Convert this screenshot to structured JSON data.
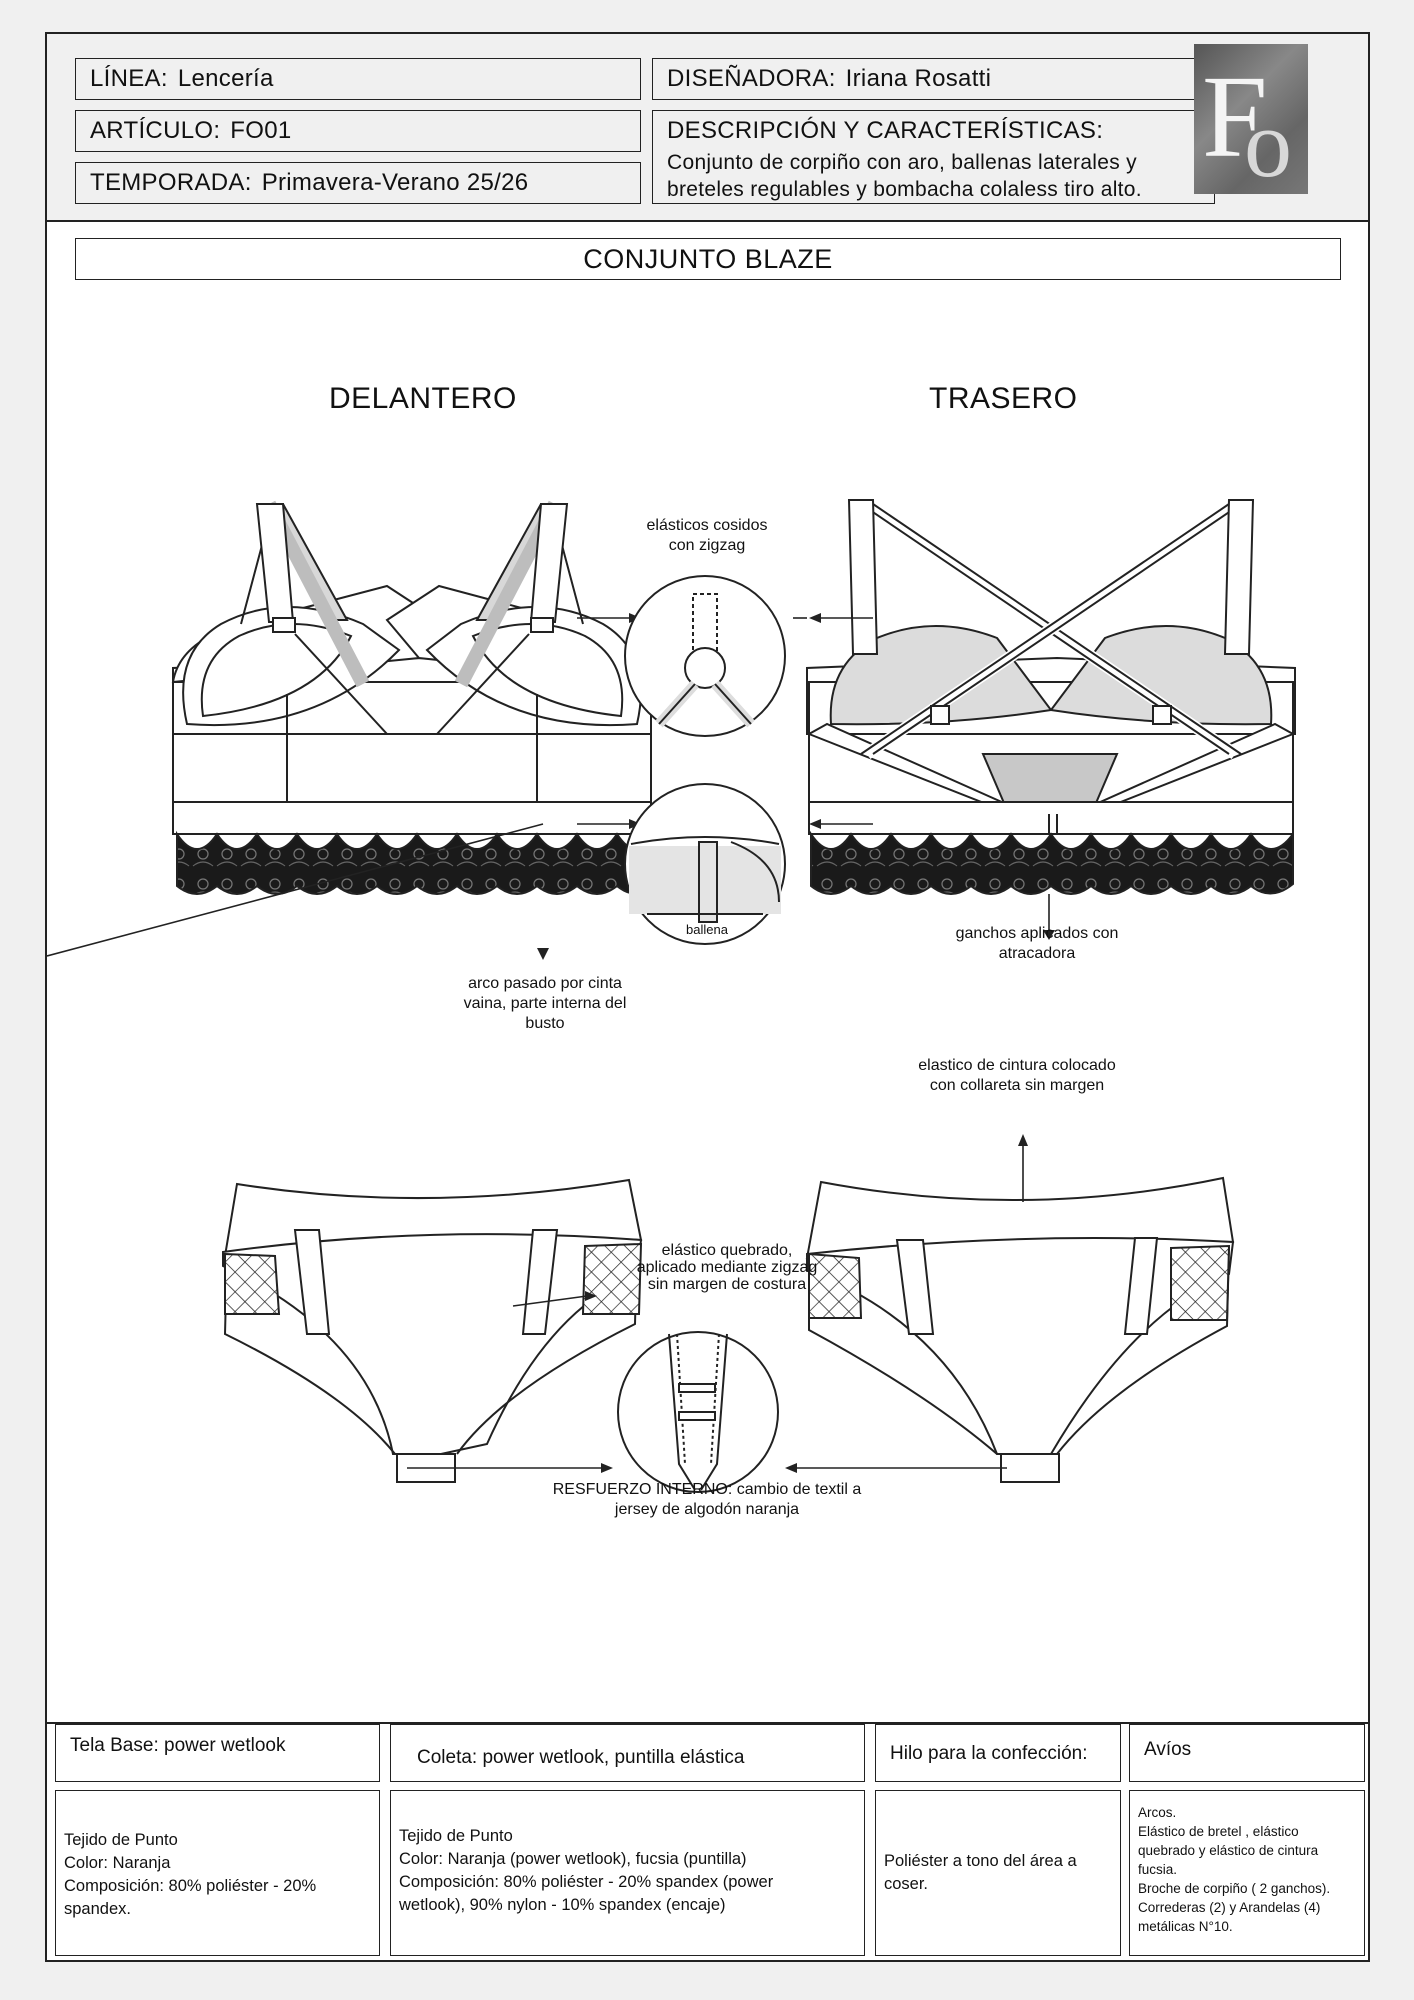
{
  "header": {
    "linea_label": "LÍNEA:",
    "linea_value": "Lencería",
    "articulo_label": "ARTÍCULO:",
    "articulo_value": "FO01",
    "temporada_label": "TEMPORADA:",
    "temporada_value": "Primavera-Verano 25/26",
    "disenadora_label": "DISEÑADORA:",
    "disenadora_value": "Iriana Rosatti",
    "descripcion_label": "DESCRIPCIÓN Y CARACTERÍSTICAS:",
    "descripcion_line1": "Conjunto de corpiño con aro, ballenas laterales y",
    "descripcion_line2": "breteles regulables y bombacha colaless tiro alto.",
    "logo_text": "FO"
  },
  "title": "CONJUNTO BLAZE",
  "views": {
    "front": "DELANTERO",
    "back": "TRASERO"
  },
  "notes": {
    "elasticos_line1": "elásticos cosidos",
    "elasticos_line2": "con zigzag",
    "ballena": "ballena",
    "arco_line1": "arco pasado por cinta",
    "arco_line2": "vaina, parte interna del",
    "arco_line3": "busto",
    "ganchos_line1": "ganchos aplicados con",
    "ganchos_line2": "atracadora",
    "cintura_line1": "elastico de cintura colocado",
    "cintura_line2": "con collareta sin margen",
    "quebrado_line1": "elástico quebrado,",
    "quebrado_line2": "aplicado mediante zigzag",
    "quebrado_line3": "sin margen de costura",
    "refuerzo_line1": "RESFUERZO INTERNO: cambio de textil a",
    "refuerzo_line2": "jersey de algodón naranja"
  },
  "specs": {
    "tela_head": "Tela Base: power wetlook",
    "tela_l1": "Tejido de Punto",
    "tela_l2": "Color: Naranja",
    "tela_l3": "Composición: 80% poliéster - 20%",
    "tela_l4": "spandex.",
    "coleta_head": "Coleta: power wetlook, puntilla elástica",
    "coleta_l1": "Tejido de Punto",
    "coleta_l2": "Color: Naranja (power wetlook), fucsia (puntilla)",
    "coleta_l3": "Composición: 80% poliéster - 20% spandex (power",
    "coleta_l4": "wetlook), 90% nylon - 10% spandex (encaje)",
    "hilo_head": "Hilo para la confección:",
    "hilo_l1": "Poliéster a tono del área a",
    "hilo_l2": "coser.",
    "avios_head": "Avíos",
    "avios_l1": "Arcos.",
    "avios_l2": "Elástico de bretel , elástico",
    "avios_l3": "quebrado y elástico de cintura",
    "avios_l4": "fucsia.",
    "avios_l5": "Broche de corpiño ( 2 ganchos).",
    "avios_l6": "Correderas (2) y  Arandelas (4)",
    "avios_l7": "metálicas N°10."
  }
}
